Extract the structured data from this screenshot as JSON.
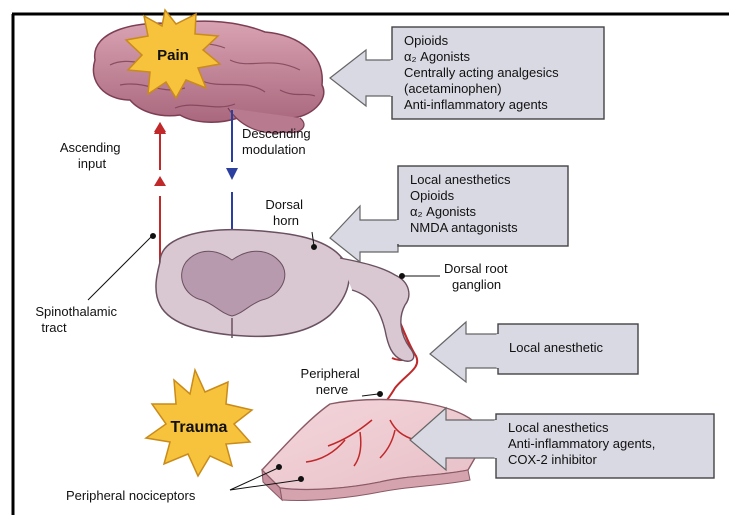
{
  "bursts": {
    "pain": "Pain",
    "trauma": "Trauma"
  },
  "labels": {
    "ascending": [
      "Ascending",
      "input"
    ],
    "descending": [
      "Descending",
      "modulation"
    ],
    "dorsal_horn": [
      "Dorsal",
      "horn"
    ],
    "drg": [
      "Dorsal root",
      "ganglion"
    ],
    "spinothalamic": [
      "Spinothalamic",
      "tract"
    ],
    "peripheral_nerve": [
      "Peripheral",
      "nerve"
    ],
    "nociceptors": "Peripheral nociceptors"
  },
  "boxes": {
    "brain": {
      "lines": [
        "Opioids",
        "α₂ Agonists",
        "Centrally acting analgesics",
        "(acetaminophen)",
        "Anti-inflammatory agents"
      ]
    },
    "spinal": {
      "lines": [
        "Local anesthetics",
        "Opioids",
        "α₂ Agonists",
        "NMDA antagonists"
      ]
    },
    "nerve": {
      "lines": [
        "Local anesthetic"
      ]
    },
    "skin": {
      "lines": [
        "Local anesthetics",
        "Anti-inflammatory agents,",
        "COX-2 inhibitor"
      ]
    }
  },
  "colors": {
    "ascending_pathway": "#c0282a",
    "descending_pathway": "#2a3f9e",
    "callout_fill": "#d9d9e3",
    "burst_fill": "#f7c23c",
    "brain_fill": "#c98fa1",
    "cord_fill": "#d6c6cf"
  }
}
